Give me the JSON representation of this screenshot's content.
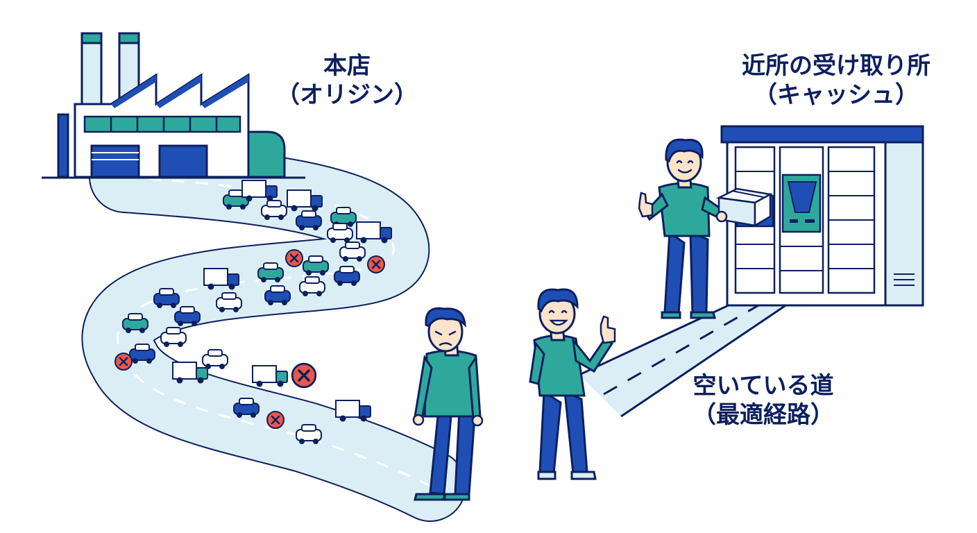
{
  "labels": {
    "origin": {
      "line1": "本店",
      "line2": "（オリジン）"
    },
    "cache": {
      "line1": "近所の受け取り所",
      "line2": "（キャッシュ）"
    },
    "road": {
      "line1": "空いている道",
      "line2": "（最適経路）"
    }
  },
  "colors": {
    "navy": "#0c1f5e",
    "blue": "#1f4fb5",
    "teal": "#2fa89c",
    "road": "#dceef5",
    "blocked": "#e8584b",
    "skin": "#fbe3cc",
    "white": "#ffffff"
  },
  "icons": {
    "factory": "factory-icon",
    "locker": "parcel-locker-icon",
    "blocked": "blocked-x-icon",
    "package": "package-box-icon"
  }
}
